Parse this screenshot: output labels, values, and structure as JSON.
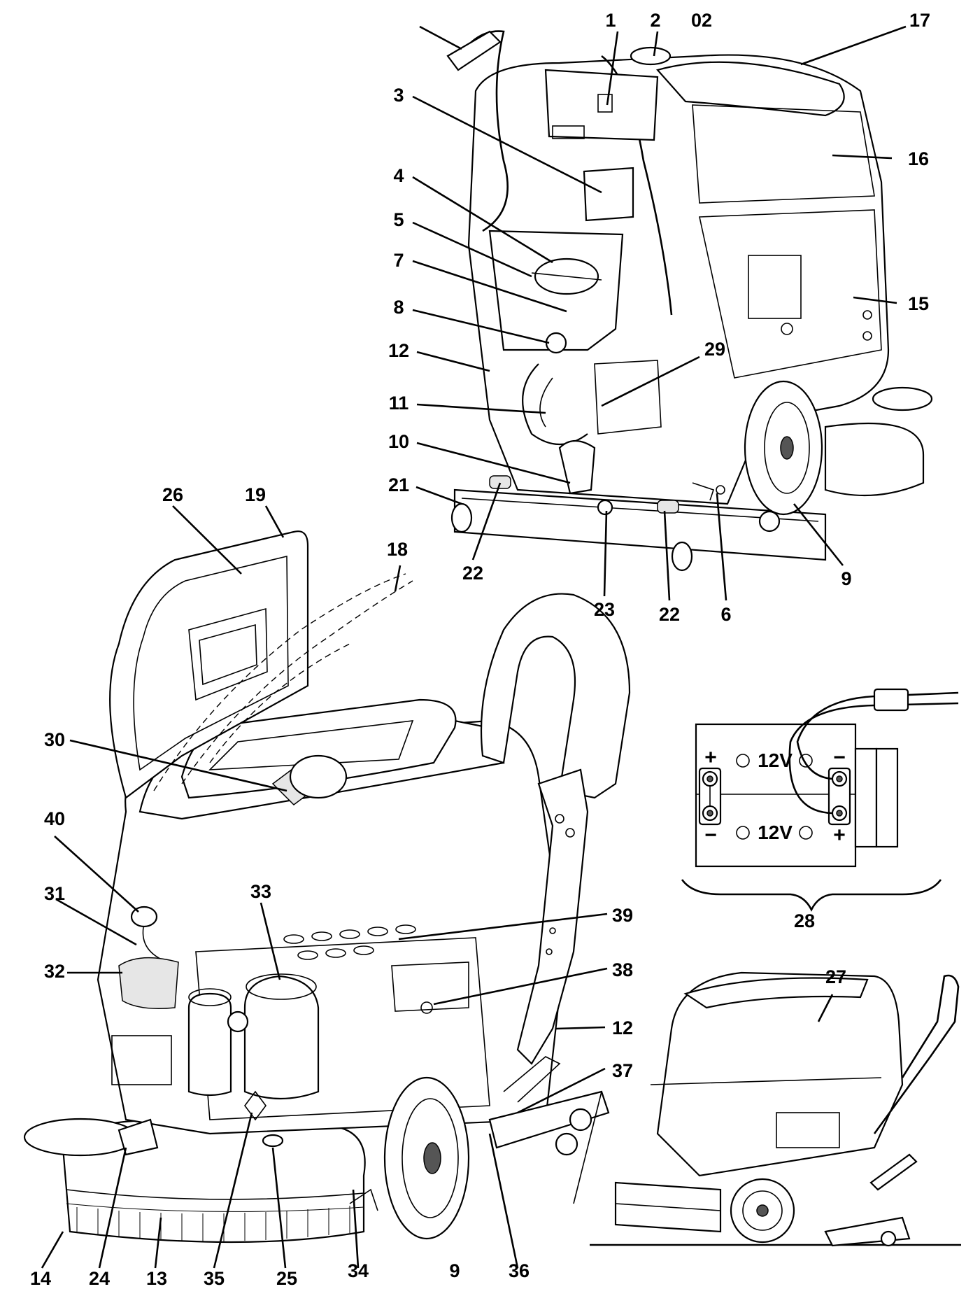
{
  "figure": {
    "page_number": "02",
    "callouts": {
      "top_view": [
        "1",
        "2",
        "3",
        "4",
        "5",
        "7",
        "8",
        "12",
        "11",
        "10",
        "21",
        "22",
        "29",
        "23",
        "22",
        "6",
        "9",
        "15",
        "16",
        "17"
      ],
      "front_view": [
        "26",
        "19",
        "18",
        "30",
        "40",
        "31",
        "32",
        "33",
        "39",
        "38",
        "12",
        "37",
        "14",
        "24",
        "13",
        "35",
        "25",
        "34",
        "9",
        "36"
      ],
      "side_view": [
        "27"
      ]
    },
    "battery_diagram": {
      "label": "28",
      "voltage_top": "12V",
      "voltage_bottom": "12V",
      "plus_symbol": "+",
      "minus_symbol": "−"
    }
  }
}
